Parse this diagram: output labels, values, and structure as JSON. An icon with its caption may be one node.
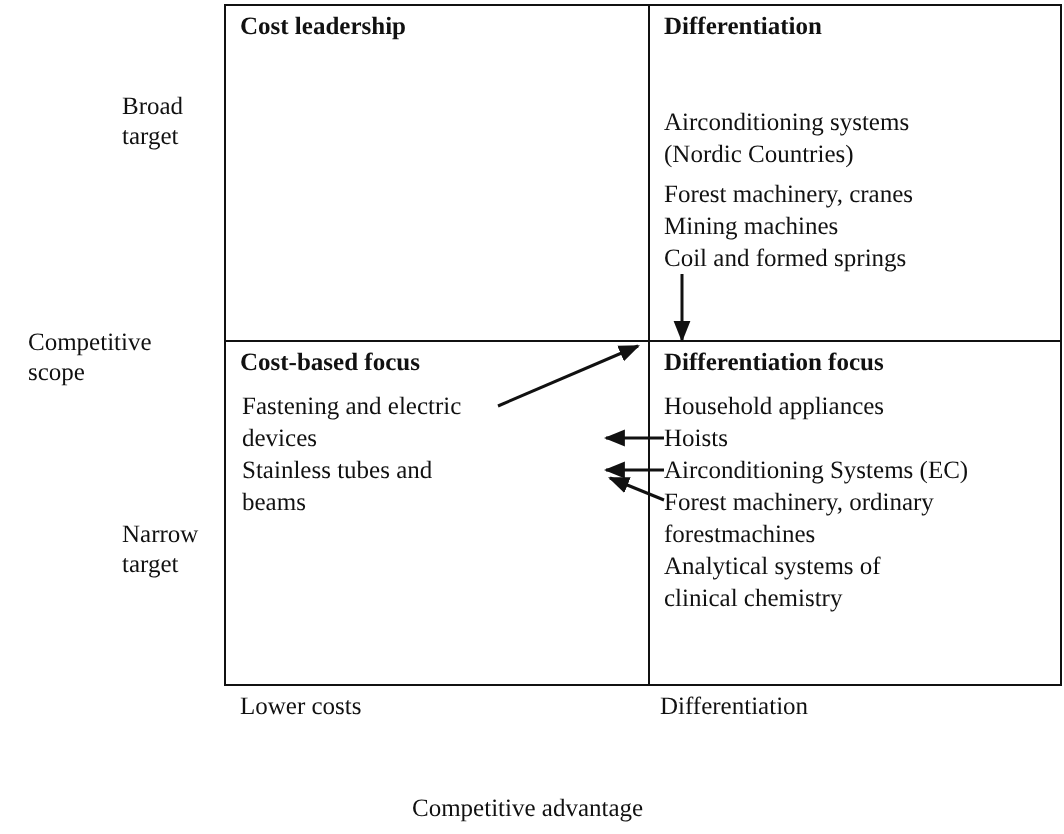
{
  "diagram": {
    "nodes": [
      {
        "text": [
          "Cost leadership"
        ]
      },
      {
        "text": [
          "Differentiation"
        ]
      },
      {
        "text": [
          "Cost-based focus"
        ]
      },
      {
        "text": [
          "Differentiation focus"
        ]
      },
      {
        "text": [
          "Airconditioning systems (Nordic Countries)"
        ],
        "in": 1
      },
      {
        "text": [
          "Forest machinery, cranes"
        ],
        "in": 1
      },
      {
        "text": [
          "Mining machines"
        ],
        "in": 1
      },
      {
        "text": [
          "Coil and formed springs"
        ],
        "in": 1
      },
      {
        "text": [
          "Fastening and electric devices"
        ],
        "in": 2
      },
      {
        "text": [
          "Stainless tubes and beams"
        ],
        "in": 2
      },
      {
        "text": [
          "Household appliances"
        ],
        "in": 3
      },
      {
        "text": [
          "Hoists"
        ],
        "in": 3
      },
      {
        "text": [
          "Airconditioning Systems (EC)"
        ],
        "in": 3
      },
      {
        "text": [
          "Forest machinery, ordinary forestmachines"
        ],
        "in": 3
      },
      {
        "text": [
          "Analytical systems of clinical chemistry"
        ],
        "in": 3
      }
    ],
    "edges": [
      {
        "from": 7,
        "to": 3,
        "arrow": "to"
      },
      {
        "from": 8,
        "to": 1,
        "arrow": "to"
      },
      {
        "from": 11,
        "to": 2,
        "arrow": "to"
      },
      {
        "from": 12,
        "to": 2,
        "arrow": "to"
      },
      {
        "from": 13,
        "to": 2,
        "arrow": "to"
      }
    ],
    "labels": [
      "Broad target",
      "Competitive scope",
      "Narrow target",
      "Lower costs",
      "Differentiation",
      "Competitive advantage"
    ]
  }
}
